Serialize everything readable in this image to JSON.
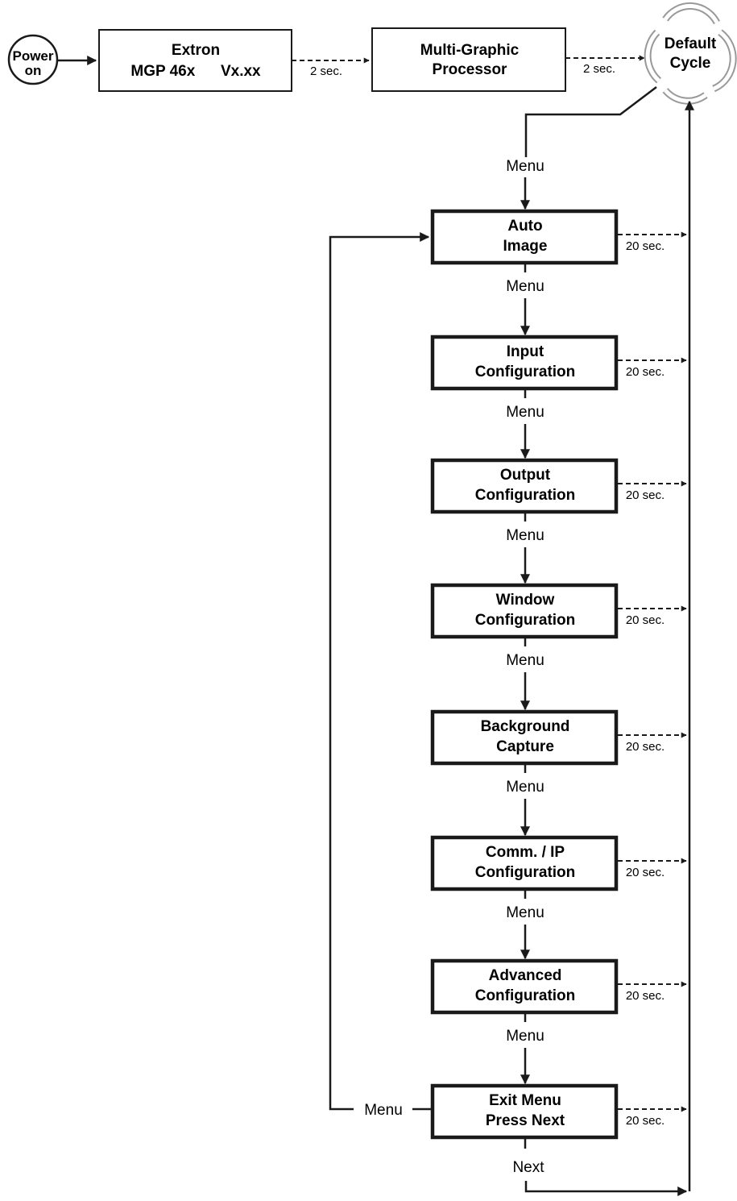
{
  "power": {
    "line1": "Power",
    "line2": "on"
  },
  "top_boxes": [
    {
      "id": "extron",
      "line1": "Extron",
      "line2": "MGP 46x      Vx.xx"
    },
    {
      "id": "mgp",
      "line1": "Multi-Graphic",
      "line2": "Processor"
    }
  ],
  "top_delays": [
    "2 sec.",
    "2 sec."
  ],
  "default_cycle": {
    "line1": "Default",
    "line2": "Cycle"
  },
  "menu_boxes": [
    {
      "line1": "Auto",
      "line2": "Image",
      "delay": "20 sec."
    },
    {
      "line1": "Input",
      "line2": "Configuration",
      "delay": "20 sec."
    },
    {
      "line1": "Output",
      "line2": "Configuration",
      "delay": "20 sec."
    },
    {
      "line1": "Window",
      "line2": "Configuration",
      "delay": "20 sec."
    },
    {
      "line1": "Background",
      "line2": "Capture",
      "delay": "20 sec."
    },
    {
      "line1": "Comm. / IP",
      "line2": "Configuration",
      "delay": "20 sec."
    },
    {
      "line1": "Advanced",
      "line2": "Configuration",
      "delay": "20 sec."
    },
    {
      "line1": "Exit Menu",
      "line2": "Press Next",
      "delay": "20 sec."
    }
  ],
  "menu_label": "Menu",
  "loop_label": "Menu",
  "next_label": "Next"
}
